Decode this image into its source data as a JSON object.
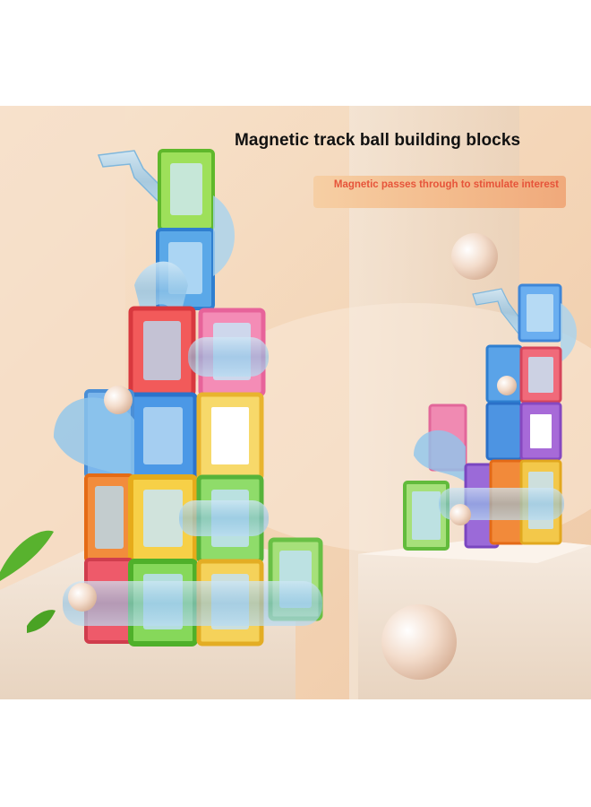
{
  "headline": "Magnetic track ball building blocks",
  "tagline": "Magnetic passes through to stimulate interest",
  "colors": {
    "headline_text": "#111111",
    "tagline_text": "#e6543a",
    "tagline_bg": "#f4bd8d",
    "background_wall": "#f5dcc4",
    "pedestal": "#f3e3d3"
  },
  "scene": {
    "subject": "magnetic-tile-marble-run",
    "elements": [
      "large-tower",
      "small-tower",
      "pearl-ball",
      "pedestal",
      "green-leaves"
    ]
  }
}
